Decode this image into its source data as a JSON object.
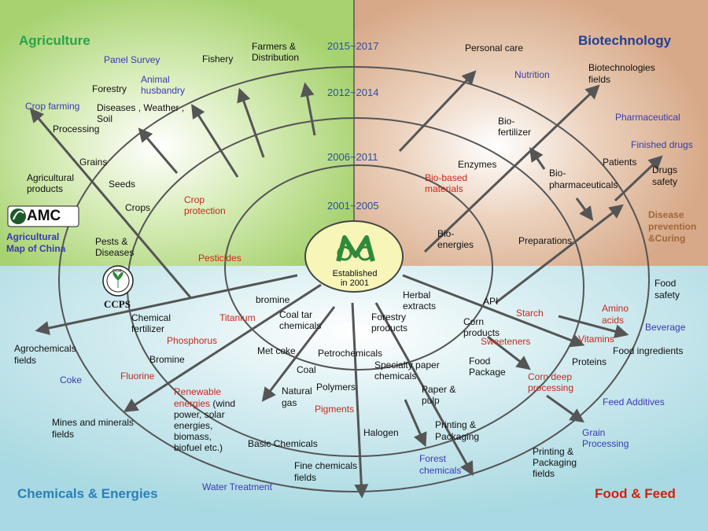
{
  "sectors": {
    "agriculture": "Agriculture",
    "biotechnology": "Biotechnology",
    "chemicals": "Chemicals & Energies",
    "food": "Food & Feed"
  },
  "colors": {
    "agriculture_bg": "#a6d26f",
    "biotech_bg": "#d7a988",
    "lower_bg": "#a9d9e2",
    "agriculture_title": "#2aa24a",
    "biotech_title": "#1f3f99",
    "chemicals_title": "#2b7fb7",
    "food_title": "#d02010",
    "label_blue": "#3a3ab0",
    "label_red": "#c8281c",
    "year": "#2a4fa0"
  },
  "years": [
    "2015~2017",
    "2012~2014",
    "2006~2011",
    "2001~2005"
  ],
  "center": {
    "line1": "Established",
    "line2": "in 2001"
  },
  "logos": {
    "amc": "AMC",
    "amc_caption_1": "Agricultural",
    "amc_caption_2": "Map of China",
    "ccps": "CCPS",
    "ccps_ring": "CCM"
  },
  "labels": {
    "panel_survey": "Panel Survey",
    "fishery": "Fishery",
    "farmers_1": "Farmers &",
    "farmers_2": "Distribution",
    "forestry_ag": "Forestry",
    "animal_1": "Animal",
    "animal_2": "husbandry",
    "crop_farming": "Crop farming",
    "diseases_1": "Diseases , Weather ,",
    "diseases_2": "Soil",
    "processing_ag": "Processing",
    "grains": "Grains",
    "agri_products_1": "Agricultural",
    "agri_products_2": "products",
    "seeds": "Seeds",
    "crop_protection_1": "Crop",
    "crop_protection_2": "protection",
    "crops": "Crops",
    "pests_1": "Pests &",
    "pests_2": "Diseases",
    "pesticides": "Pesticides",
    "personal_care": "Personal  care",
    "nutrition": "Nutrition",
    "biotech_fields_1": "Biotechnologies",
    "biotech_fields_2": "fields",
    "pharmaceutical": "Pharmaceutical",
    "biofert_1": "Bio-",
    "biofert_2": "fertilizer",
    "finished_drugs": "Finished drugs",
    "enzymes": "Enzymes",
    "patients": "Patients",
    "biobased_1": "Bio-based",
    "biobased_2": "materials",
    "biopharma_1": "Bio-",
    "biopharma_2": "pharmaceuticals",
    "drugs_safety_1": "Drugs",
    "drugs_safety_2": "safety",
    "disease_1": "Disease",
    "disease_2": "prevention",
    "disease_3": "&Curing",
    "bioenergies_1": "Bio-",
    "bioenergies_2": "energies",
    "preparations": "Preparations",
    "food_safety_1": "Food",
    "food_safety_2": "safety",
    "bromine_top": "bromine",
    "herbal_1": "Herbal",
    "herbal_2": "extracts",
    "api": "API",
    "amino_1": "Amino",
    "amino_2": "acids",
    "chem_fert_1": "Chemical",
    "chem_fert_2": "fertilizer",
    "titanium": "Titanium",
    "coal_tar_1": "Coal tar",
    "coal_tar_2": "chemicals",
    "forestry_products_1": "Forestry",
    "forestry_products_2": "products",
    "starch": "Starch",
    "beverage": "Beverage",
    "agrochem_1": "Agrochemicals",
    "agrochem_2": "fields",
    "phosphorus": "Phosphorus",
    "corn_products_1": "Corn",
    "corn_products_2": "products",
    "vitamins": "Vitamins",
    "food_ingredients": "Food ingredients",
    "met_coke": "Met coke",
    "petrochemicals": "Petrochemicals",
    "sweeteners": "Sweeteners",
    "bromine_low": "Bromine",
    "proteins": "Proteins",
    "coke": "Coke",
    "specialty_1": "Specialty paper",
    "specialty_2": "chemicals",
    "food_package_1": "Food",
    "food_package_2": "Package",
    "coal": "Coal",
    "fluorine": "Fluorine",
    "corn_deep_1": "Corn deep",
    "corn_deep_2": "processing",
    "polymers": "Polymers",
    "renewable_1": "Renewable",
    "renewable_2": "energies (wind",
    "renewable_3": "power, solar",
    "renewable_4": "energies,",
    "renewable_5": "biomass,",
    "renewable_6": "biofuel etc.)",
    "natural_gas_1": "Natural",
    "natural_gas_2": "gas",
    "paper_pulp_1": "Paper &",
    "paper_pulp_2": "pulp",
    "feed_additives": "Feed Additives",
    "pigments": "Pigments",
    "mines_1": "Mines and minerals",
    "mines_2": "fields",
    "printing_pack_1": "Printing &",
    "printing_pack_2": "Packaging",
    "grain_proc_1": "Grain",
    "grain_proc_2": "Processing",
    "halogen": "Halogen",
    "basic_chem": "Basic Chemicals",
    "printing_fields_1": "Printing &",
    "printing_fields_2": "Packaging",
    "printing_fields_3": "fields",
    "forest_chem_1": "Forest",
    "forest_chem_2": "chemicals",
    "fine_chem_1": "Fine chemicals",
    "fine_chem_2": "fields",
    "water_treatment": "Water Treatment"
  }
}
